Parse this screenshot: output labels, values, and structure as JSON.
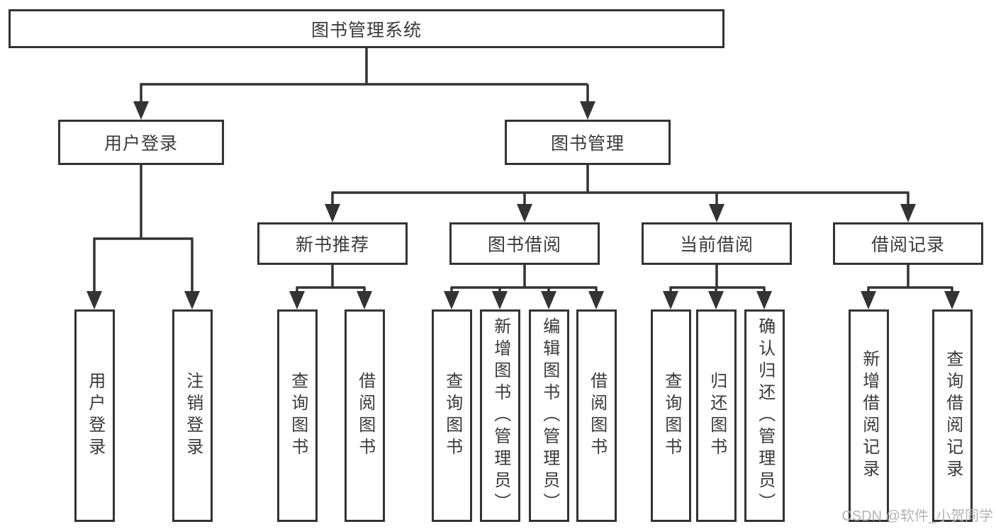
{
  "diagram_title": "图书管理系统",
  "tree": {
    "label": "图书管理系统",
    "children": [
      {
        "label": "用户登录",
        "children": [
          {
            "label": "用户登录"
          },
          {
            "label": "注销登录"
          }
        ]
      },
      {
        "label": "图书管理",
        "children": [
          {
            "label": "新书推荐",
            "children": [
              {
                "label": "查询图书"
              },
              {
                "label": "借阅图书"
              }
            ]
          },
          {
            "label": "图书借阅",
            "children": [
              {
                "label": "查询图书"
              },
              {
                "label": "新增图书（管理员）"
              },
              {
                "label": "编辑图书（管理员）"
              },
              {
                "label": "借阅图书"
              }
            ]
          },
          {
            "label": "当前借阅",
            "children": [
              {
                "label": "查询图书"
              },
              {
                "label": "归还图书"
              },
              {
                "label": "确认归还（管理员）"
              }
            ]
          },
          {
            "label": "借阅记录",
            "children": [
              {
                "label": "新增借阅记录"
              },
              {
                "label": "查询借阅记录"
              }
            ]
          }
        ]
      }
    ]
  },
  "watermark": "CSDN @软件_小贺同学",
  "colors": {
    "line": "#333333",
    "box_border": "#333333",
    "text": "#3a3a3a",
    "background": "#ffffff",
    "watermark": "#b4b4b4"
  }
}
